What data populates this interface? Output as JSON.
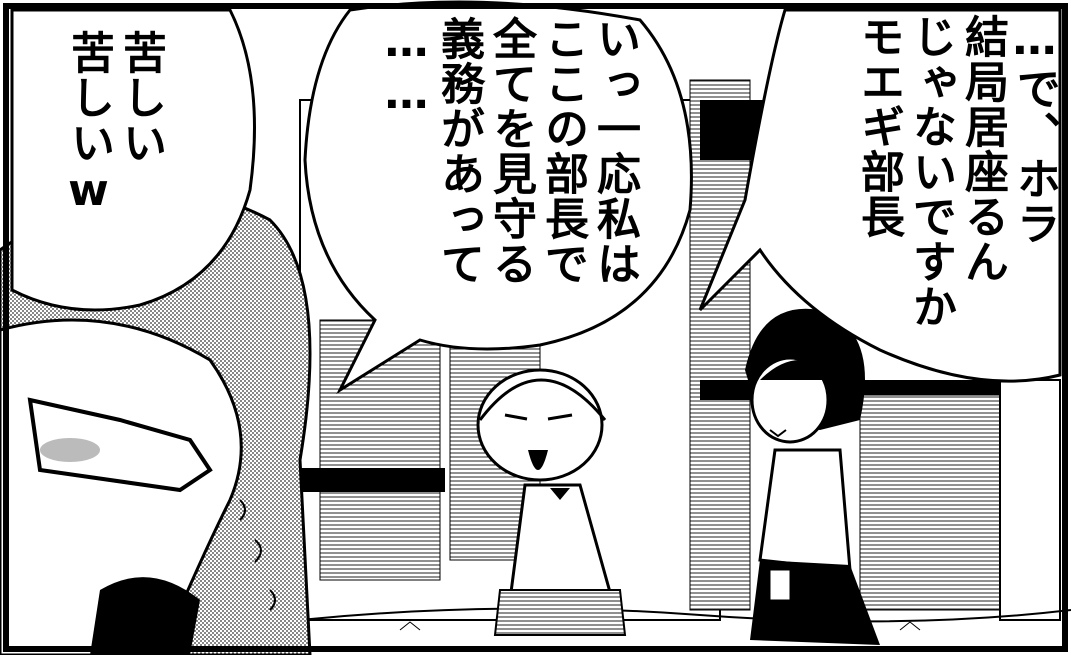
{
  "panel": {
    "bubbles": [
      {
        "lines": [
          "…で、ホラ",
          "結局居座るん",
          "じゃないですか",
          "モエギ部長"
        ]
      },
      {
        "lines": [
          "いっ一応私は",
          "ここの部長で",
          "全てを見守る",
          "義務があって",
          "……"
        ]
      },
      {
        "lines": [
          "苦しい",
          "苦しいw"
        ]
      }
    ]
  }
}
